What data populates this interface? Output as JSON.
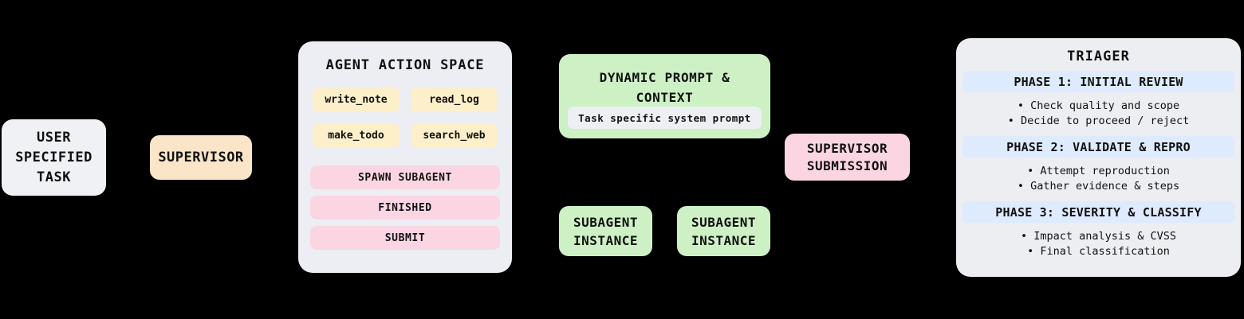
{
  "diagram": {
    "nodes": {
      "user_task": {
        "label": "USER\nSPECIFIED\nTASK",
        "color": "#EFF1F5"
      },
      "supervisor": {
        "label": "SUPERVISOR",
        "color": "#FAE5C8"
      },
      "supervisor_submission": {
        "label": "SUPERVISOR\nSUBMISSION",
        "color": "#FBD5E2"
      }
    },
    "action_space": {
      "title": "AGENT ACTION SPACE",
      "color": "#ECEEF3",
      "tools": [
        "write_note",
        "read_log",
        "make_todo",
        "search_web"
      ],
      "tool_color": "#FCEFC9",
      "actions": [
        "SPAWN SUBAGENT",
        "FINISHED",
        "SUBMIT"
      ],
      "action_color": "#FBD5E2"
    },
    "dynamic_prompt": {
      "title": "DYNAMIC PROMPT &\nCONTEXT",
      "color": "#CDF0C4",
      "inner_pill": "Task specific system prompt",
      "inner_pill_color": "#EEEFF3"
    },
    "subagents": [
      {
        "label": "SUBAGENT\nINSTANCE",
        "color": "#CDF0C4"
      },
      {
        "label": "SUBAGENT\nINSTANCE",
        "color": "#CDF0C4"
      }
    ],
    "triager": {
      "title": "TRIAGER",
      "color": "#EDEEF2",
      "band_color": "#DEEBFE",
      "phases": [
        {
          "header": "PHASE 1: INITIAL REVIEW",
          "bullets": [
            "• Check quality and scope",
            "• Decide to proceed / reject"
          ]
        },
        {
          "header": "PHASE 2: VALIDATE & REPRO",
          "bullets": [
            "• Attempt reproduction",
            "• Gather evidence & steps"
          ]
        },
        {
          "header": "PHASE 3: SEVERITY & CLASSIFY",
          "bullets": [
            "• Impact analysis & CVSS",
            "• Final classification"
          ]
        }
      ]
    }
  }
}
